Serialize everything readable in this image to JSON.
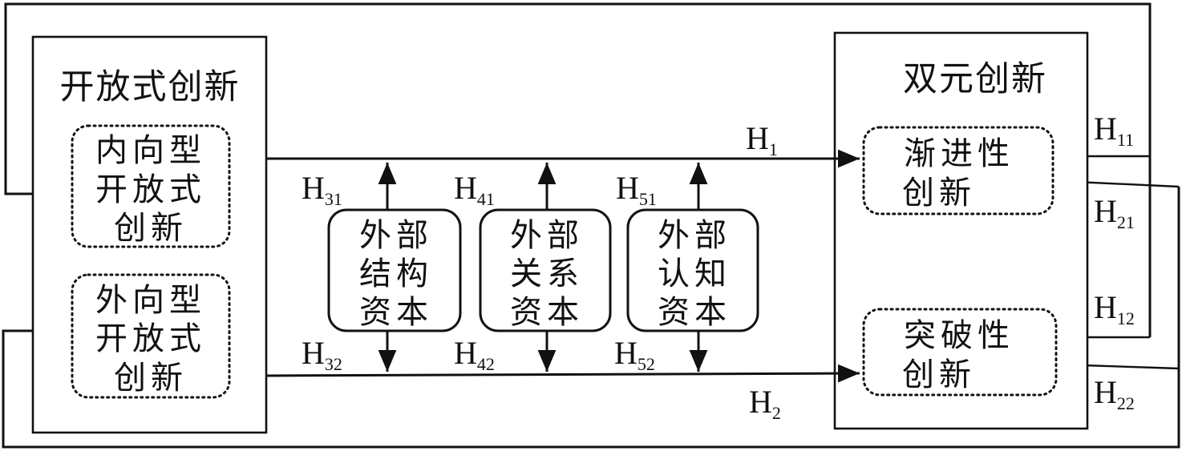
{
  "left_panel": {
    "title": "开放式创新",
    "inbound": [
      "内向型",
      "开放式",
      "创新"
    ],
    "outbound": [
      "外向型",
      "开放式",
      "创新"
    ]
  },
  "right_panel": {
    "title": "双元创新",
    "incremental": [
      "渐进性",
      "创新"
    ],
    "radical": [
      "突破性",
      "创新"
    ]
  },
  "moderators": [
    {
      "lines": [
        "外部",
        "结构",
        "资本"
      ],
      "upper": {
        "base": "H",
        "sub": "31"
      },
      "lower": {
        "base": "H",
        "sub": "32"
      }
    },
    {
      "lines": [
        "外部",
        "关系",
        "资本"
      ],
      "upper": {
        "base": "H",
        "sub": "41"
      },
      "lower": {
        "base": "H",
        "sub": "42"
      }
    },
    {
      "lines": [
        "外部",
        "认知",
        "资本"
      ],
      "upper": {
        "base": "H",
        "sub": "51"
      },
      "lower": {
        "base": "H",
        "sub": "52"
      }
    }
  ],
  "hypotheses": {
    "h1": {
      "base": "H",
      "sub": "1"
    },
    "h2": {
      "base": "H",
      "sub": "2"
    },
    "h11": {
      "base": "H",
      "sub": "11"
    },
    "h21": {
      "base": "H",
      "sub": "21"
    },
    "h12": {
      "base": "H",
      "sub": "12"
    },
    "h22": {
      "base": "H",
      "sub": "22"
    }
  }
}
